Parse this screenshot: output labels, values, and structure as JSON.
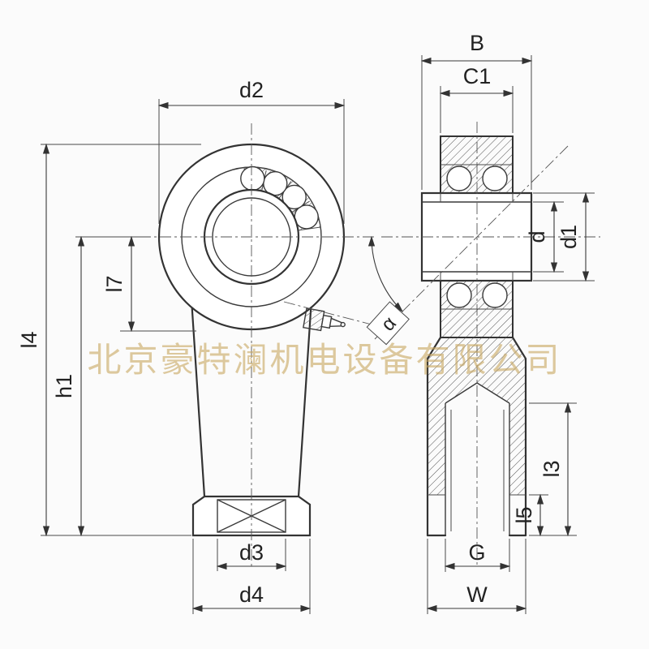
{
  "drawing": {
    "watermark": "北京豪特澜机电设备有限公司",
    "dimensions": {
      "d2": "d2",
      "B": "B",
      "C1": "C1",
      "d": "d",
      "d1": "d1",
      "l7": "l7",
      "l4": "l4",
      "h1": "h1",
      "alpha": "α",
      "l3": "l3",
      "l5": "l5",
      "d3": "d3",
      "d4": "d4",
      "G": "G",
      "W": "W"
    },
    "colors": {
      "line": "#3a3a3a",
      "hatch": "#555555",
      "watermark": "#c9a75f",
      "background": "#fbfbfb"
    }
  }
}
